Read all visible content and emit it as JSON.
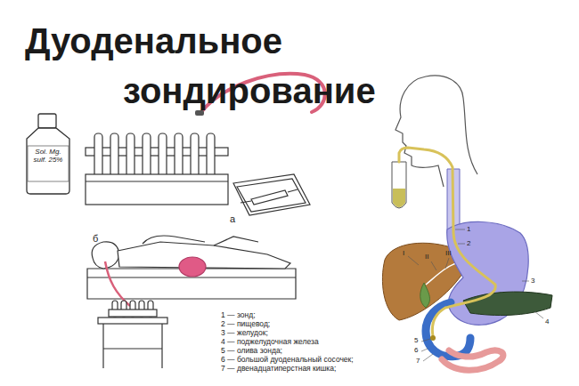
{
  "diagram": {
    "title": "Дуоденальное зондирование",
    "labels": [
      "Sol. Mg. sulf. 25%",
      "а",
      "б",
      "1 — зонд;",
      "2 — пищевод;",
      "3 — желудок;",
      "4 — поджелудочная железа",
      "5 — олива зонда;",
      "6 — большой дуоденальный сосочек;",
      "7 — двенадцатиперстная кишка;",
      "1",
      "2",
      "3",
      "4",
      "5",
      "6",
      "7",
      "I",
      "II",
      "III"
    ]
  }
}
